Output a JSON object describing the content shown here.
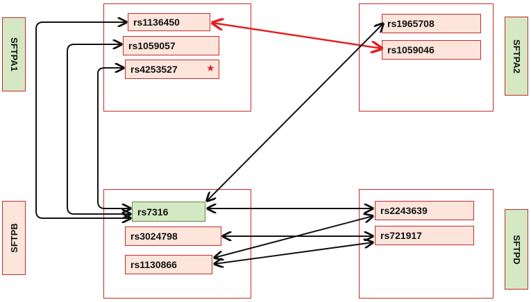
{
  "colors": {
    "border": "#c62828",
    "snp_fill": "#fde5dc",
    "hub_fill": "#d5e8c4",
    "gene_fill_pink": "#fde5dc",
    "gene_fill_green": "#d5e8c4",
    "arrow_black": "#111111",
    "arrow_red": "#e02020",
    "star": "#e02020"
  },
  "genes": {
    "sftpa1": "SFTPA1",
    "sftpa2": "SFTPA2",
    "sftpb": "SFTPB",
    "sftpd": "SFTPD"
  },
  "snps": {
    "sftpa1": [
      "rs1136450",
      "rs1059057",
      "rs4253527"
    ],
    "sftpa2": [
      "rs1965708",
      "rs1059046"
    ],
    "sftpb": [
      "rs7316",
      "rs3024798",
      "rs1130866"
    ],
    "sftpd": [
      "rs2243639",
      "rs721917"
    ]
  },
  "marks": {
    "star_icon": "star-icon",
    "star_symbol": "★"
  },
  "links": [
    {
      "from": "rs7316",
      "to": "rs1136450",
      "color": "black"
    },
    {
      "from": "rs7316",
      "to": "rs1059057",
      "color": "black"
    },
    {
      "from": "rs7316",
      "to": "rs4253527",
      "color": "black"
    },
    {
      "from": "rs1136450",
      "to": "rs1059046",
      "color": "red"
    },
    {
      "from": "rs7316",
      "to": "rs1965708",
      "color": "black"
    },
    {
      "from": "rs7316",
      "to": "rs2243639",
      "color": "black"
    },
    {
      "from": "rs3024798",
      "to": "rs721917",
      "color": "black"
    },
    {
      "from": "rs1130866",
      "to": "rs2243639",
      "color": "black"
    },
    {
      "from": "rs1130866",
      "to": "rs721917",
      "color": "black"
    }
  ]
}
